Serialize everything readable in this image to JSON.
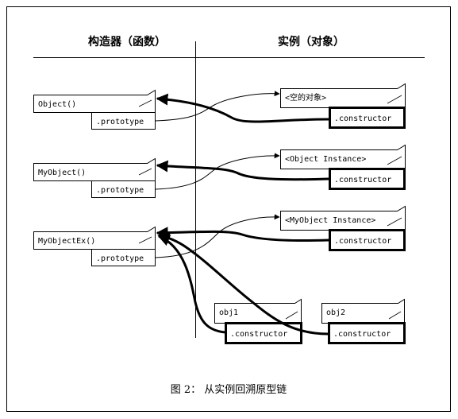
{
  "headers": {
    "left": "构造器（函数）",
    "right": "实例（对象）"
  },
  "constructors": [
    {
      "name": "Object()",
      "prototype_label": ".prototype"
    },
    {
      "name": "MyObject()",
      "prototype_label": ".prototype"
    },
    {
      "name": "MyObjectEx()",
      "prototype_label": ".prototype"
    }
  ],
  "prototype_objects": [
    {
      "name": "<空的对象>",
      "constructor_label": ".constructor"
    },
    {
      "name": "<Object Instance>",
      "constructor_label": ".constructor"
    },
    {
      "name": "<MyObject Instance>",
      "constructor_label": ".constructor"
    }
  ],
  "instances": [
    {
      "name": "obj1",
      "constructor_label": ".constructor"
    },
    {
      "name": "obj2",
      "constructor_label": ".constructor"
    }
  ],
  "caption": "图 2： 从实例回溯原型链"
}
